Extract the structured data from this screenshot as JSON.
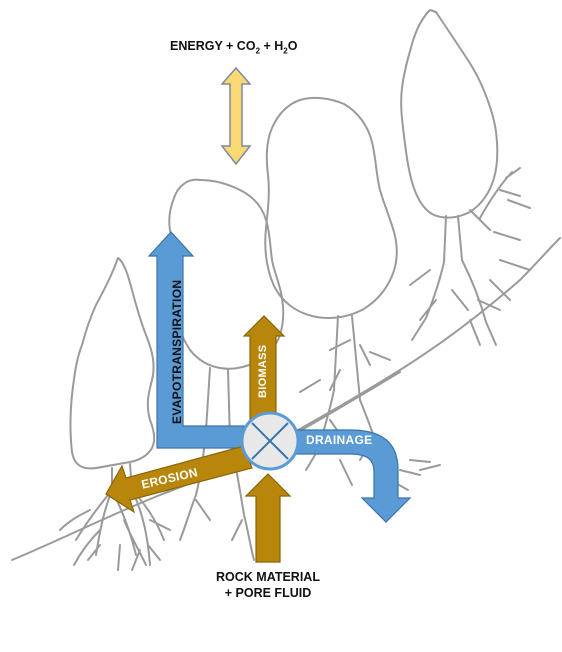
{
  "title_energy": {
    "prefix": "ENERGY + CO",
    "sub1": "2",
    "mid": " + H",
    "sub2": "2",
    "suffix": "O"
  },
  "labels": {
    "evapotranspiration": "EVAPOTRANSPIRATION",
    "biomass": "BIOMASS",
    "drainage": "DRAINAGE",
    "erosion": "EROSION",
    "rock_line1": "ROCK MATERIAL",
    "rock_line2": "+ PORE FLUID"
  },
  "colors": {
    "energy_arrow": "#FAD873",
    "blue_arrow": "#5B9BD5",
    "brown_arrow": "#B8860B",
    "tree_outline": "#999999",
    "node_fill": "#E8E8E8"
  }
}
